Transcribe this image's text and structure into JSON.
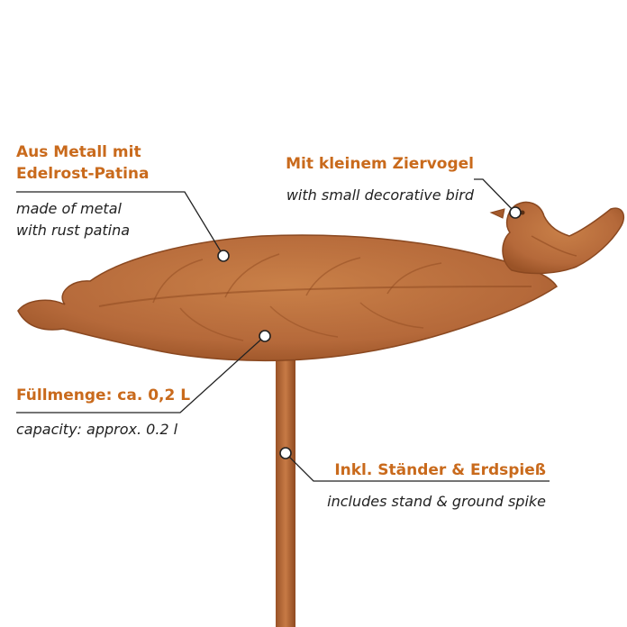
{
  "colors": {
    "accent": "#c96a1c",
    "rust": "#b86a35",
    "rust_dark": "#8f4a20",
    "line": "#222222"
  },
  "annotations": {
    "metal": {
      "heading": "Aus Metall mit\nEdelrost-Patina",
      "sub": "made of metal\nwith rust patina"
    },
    "bird": {
      "heading": "Mit kleinem Ziervogel",
      "sub": "with small decorative bird"
    },
    "capacity": {
      "heading": "Füllmenge: ca. 0,2 L",
      "sub": "capacity: approx. 0.2 l"
    },
    "stand": {
      "heading": "Inkl. Ständer & Erdspieß",
      "sub": "includes stand & ground spike"
    }
  }
}
